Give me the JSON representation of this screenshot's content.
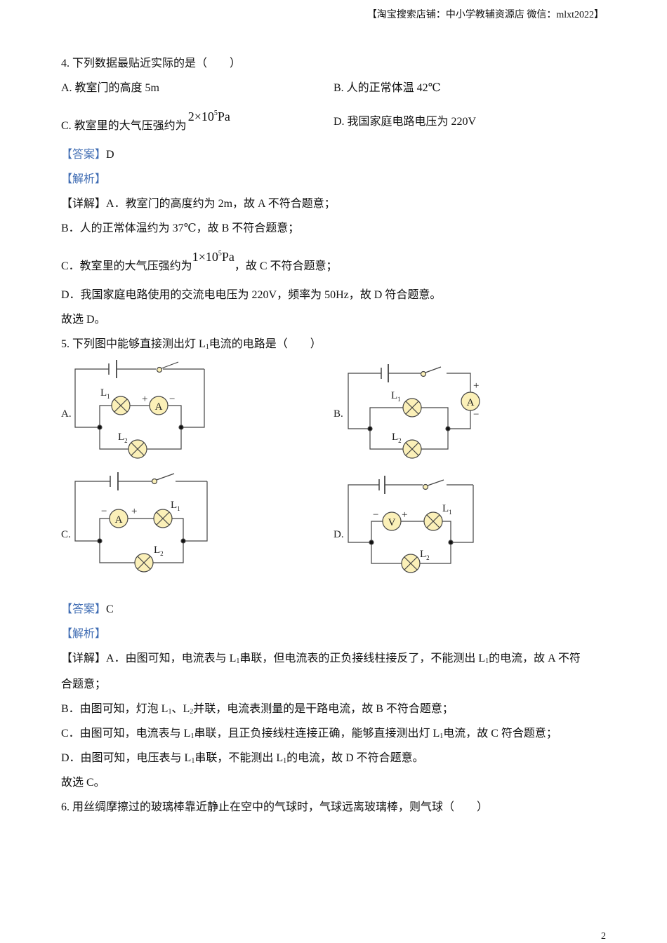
{
  "header": "【淘宝搜索店铺：中小学教辅资源店  微信：mlxt2022】",
  "q4": {
    "stem": "4. 下列数据最贴近实际的是（　　）",
    "a": "A. 教室门的高度 5m",
    "b": "B. 人的正常体温 42℃",
    "c": "C. 教室里的大气压强约为",
    "c_coef": "2×10",
    "c_exp": "5",
    "c_unit": "Pa",
    "d": "D. 我国家庭电路电压为 220V",
    "answer_tag": "【答案】",
    "answer": "D",
    "analysis_tag": "【解析】",
    "detail_tag": "【详解】",
    "d1": "A．教室门的高度约为 2m，故 A 不符合题意；",
    "d2": "B．人的正常体温约为 37℃，故 B 不符合题意；",
    "d3a": "C．教室里的大气压强约为",
    "d3_coef": "1×10",
    "d3_exp": "5",
    "d3_unit": "Pa",
    "d3b": "，故 C 不符合题意；",
    "d4": "D．我国家庭电路使用的交流电电压为 220V，频率为 50Hz，故 D 符合题意。",
    "d5": "故选 D。"
  },
  "q5": {
    "stem_a": "5. 下列图中能够直接测出灯 L",
    "stem_sub": "1",
    "stem_b": "电流的电路是（　　）",
    "answer_tag": "【答案】",
    "answer": "C",
    "analysis_tag": "【解析】",
    "detail_tag": "【详解】",
    "d1a": "A．由图可知，电流表与 L",
    "d1b": "串联，但电流表的正负接线柱接反了，不能测出 L",
    "d1c": "的电流，故 A 不符",
    "d1d": "合题意；",
    "d2a": "B．由图可知，灯泡 L",
    "d2b": "、L",
    "d2c": "并联，电流表测量的是干路电流，故 B 不符合题意；",
    "d3a": "C．由图可知，电流表与 L",
    "d3b": "串联，且正负接线柱连接正确，能够直接测出灯 L",
    "d3c": "电流，故 C 符合题意；",
    "d4a": "D．由图可知，电压表与 L",
    "d4b": "串联，不能测出 L",
    "d4c": "的电流，故 D 不符合题意。",
    "d5": "故选 C。",
    "sub1": "1",
    "sub2": "2"
  },
  "circuits": {
    "A": {
      "option": "A.",
      "meter": "A"
    },
    "B": {
      "option": "B.",
      "meter": "A"
    },
    "C": {
      "option": "C.",
      "meter": "A"
    },
    "D": {
      "option": "D.",
      "meter": "V"
    },
    "lamp_letter": "L",
    "sub1": "1",
    "sub2": "2",
    "plus": "+",
    "minus": "−"
  },
  "q6": {
    "stem": "6. 用丝绸摩擦过的玻璃棒靠近静止在空中的气球时，气球远离玻璃棒，则气球（　　）"
  },
  "page_number": "2"
}
